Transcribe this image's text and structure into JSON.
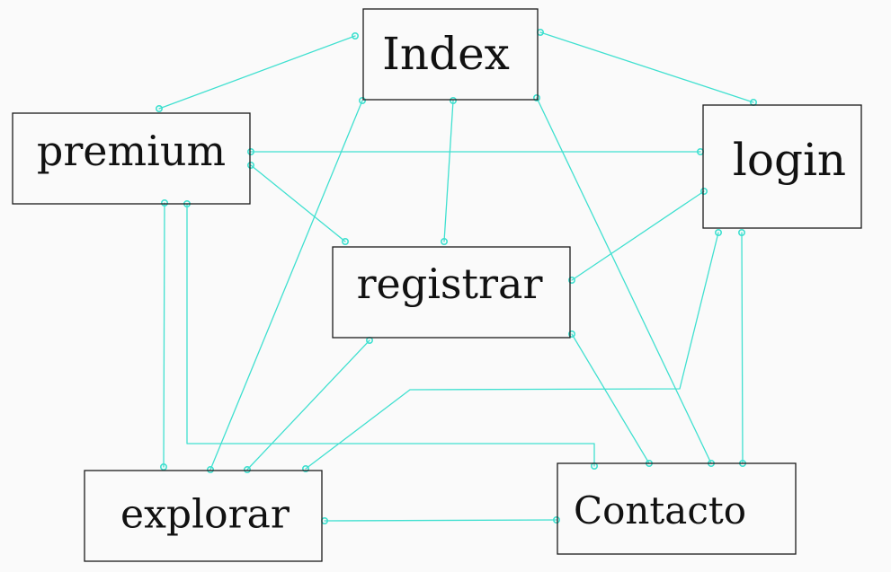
{
  "diagram": {
    "background": "#fafafa",
    "edge_color": "#40e0d0",
    "box_color": "#1a1a1a",
    "nodes": [
      {
        "id": "index",
        "label": "Index"
      },
      {
        "id": "premium",
        "label": "premium"
      },
      {
        "id": "login",
        "label": "login"
      },
      {
        "id": "registrar",
        "label": "registrar"
      },
      {
        "id": "explorar",
        "label": "explorar"
      },
      {
        "id": "contacto",
        "label": "Contacto"
      }
    ],
    "edges": [
      {
        "from": "index",
        "to": "premium"
      },
      {
        "from": "index",
        "to": "login"
      },
      {
        "from": "index",
        "to": "registrar"
      },
      {
        "from": "index",
        "to": "explorar"
      },
      {
        "from": "index",
        "to": "contacto"
      },
      {
        "from": "premium",
        "to": "login"
      },
      {
        "from": "premium",
        "to": "registrar"
      },
      {
        "from": "premium",
        "to": "explorar"
      },
      {
        "from": "premium",
        "to": "contacto"
      },
      {
        "from": "login",
        "to": "registrar"
      },
      {
        "from": "login",
        "to": "explorar"
      },
      {
        "from": "login",
        "to": "contacto"
      },
      {
        "from": "registrar",
        "to": "explorar"
      },
      {
        "from": "registrar",
        "to": "contacto"
      },
      {
        "from": "contacto",
        "to": "explorar"
      }
    ]
  }
}
